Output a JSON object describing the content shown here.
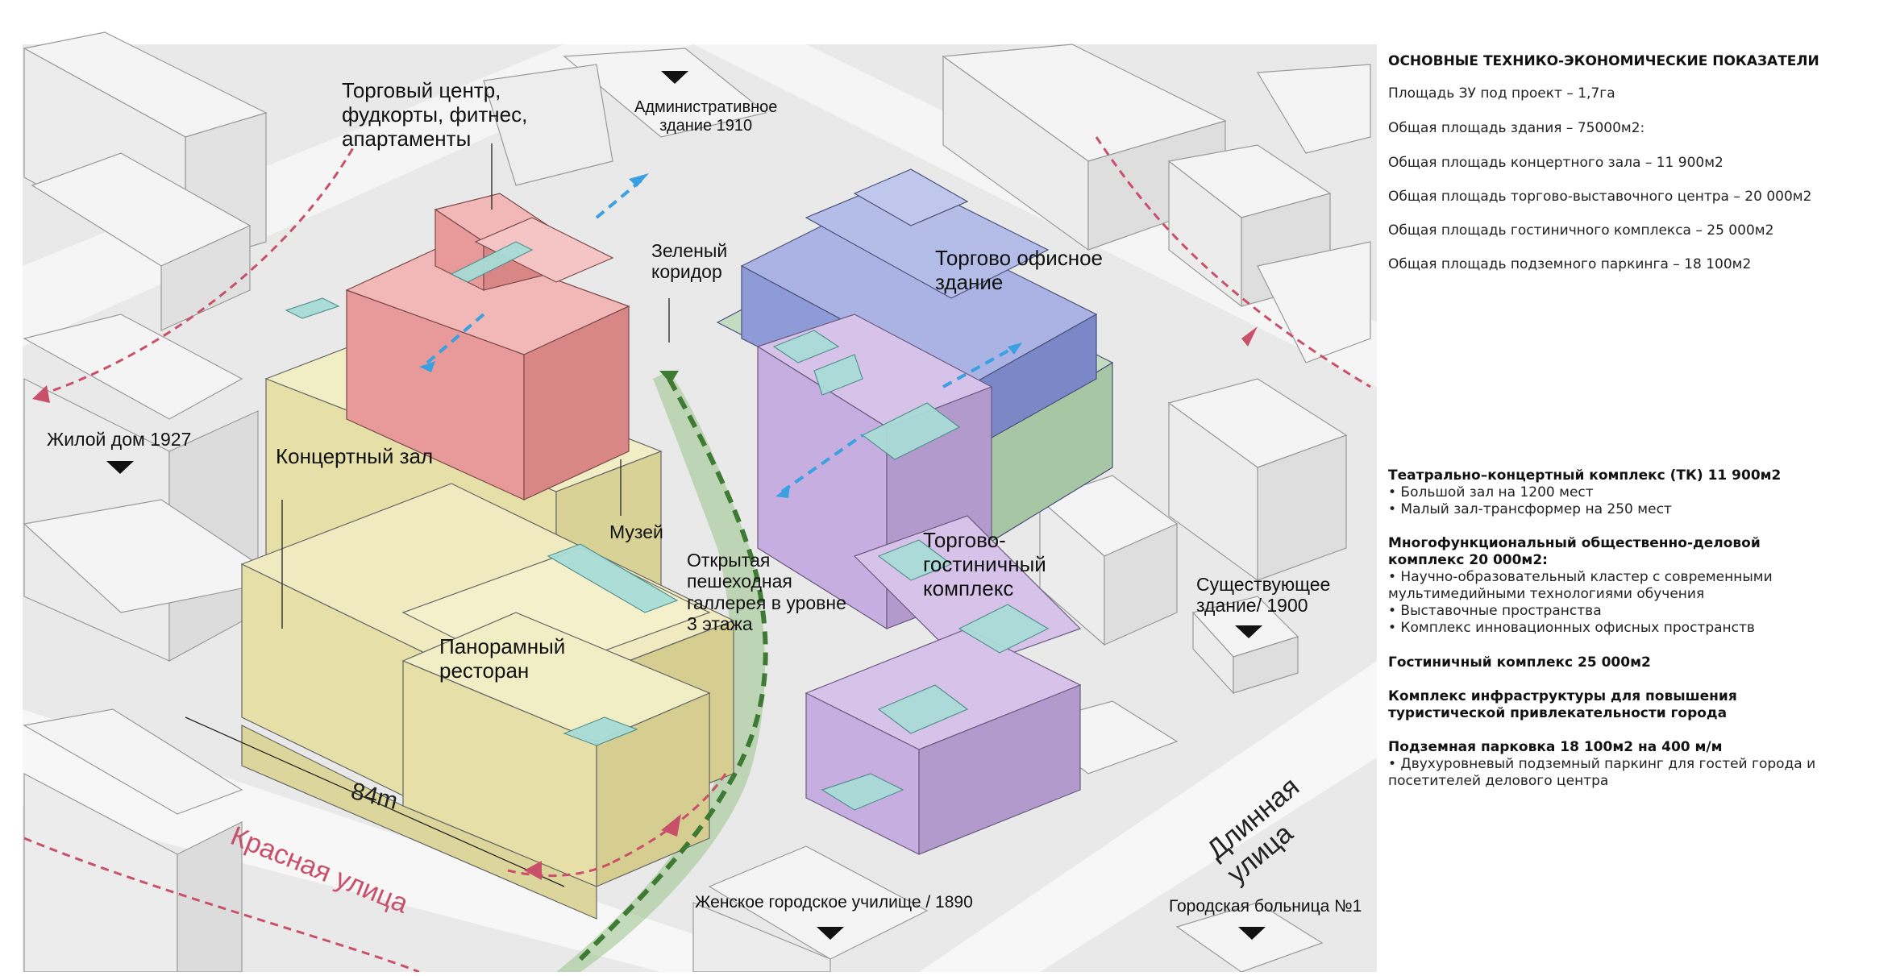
{
  "labels": {
    "mall": [
      "Торговый центр,",
      "фудкорты, фитнес,",
      "апартаменты"
    ],
    "admin": [
      "Административное",
      "здание 1910"
    ],
    "green": [
      "Зеленый",
      "коридор"
    ],
    "office": [
      "Торгово офисное",
      "здание"
    ],
    "residential": "Жилой дом 1927",
    "concert": "Концертный зал",
    "museum": "Музей",
    "gallery": [
      "Открытая",
      "пешеходная",
      "галлерея в уровне",
      "3 этажа"
    ],
    "hotel": [
      "Торгово-",
      "гостиничный",
      "комплекс"
    ],
    "existing": [
      "Существующее",
      "здание/ 1900"
    ],
    "restaurant": [
      "Панорамный",
      "ресторан"
    ],
    "dimension": "84m",
    "red_street": "Красная улица",
    "long_street": "Длинная улица",
    "school": "Женское городское училище / 1890",
    "hospital": "Городская больница №1"
  },
  "kpi": {
    "title": "ОСНОВНЫЕ ТЕХНИКО-ЭКОНОМИЧЕСКИЕ ПОКАЗАТЕЛИ",
    "items": [
      "Площадь ЗУ под проект – 1,7га",
      "Общая площадь здания – 75000м2:",
      "Общая площадь концертного зала – 11 900м2",
      "Общая площадь торгово-выставочного центра –  20 000м2",
      "Общая площадь гостиничного комплекса – 25 000м2",
      "Общая площадь подземного паркинга – 18 100м2"
    ]
  },
  "sections": [
    {
      "title": [
        "Театрально–концертный комплекс (ТК) 11 900м2"
      ],
      "bullets": [
        "• Большой зал на 1200 мест",
        "• Малый зал-трансформер на 250 мест"
      ]
    },
    {
      "title": [
        "Многофункциональный общественно-деловой",
        "комплекс 20 000м2:"
      ],
      "bullets": [
        "• Научно-образовательный кластер с современными",
        "мультимедийными  технологиями обучения",
        "• Выставочные пространства",
        "• Комплекс инновационных офисных пространств"
      ]
    },
    {
      "title": [
        "Гостиничный комплекс 25 000м2"
      ],
      "bullets": []
    },
    {
      "title": [
        "Комплекс инфраструктуры для повышения",
        "туристической привлекательности города"
      ],
      "bullets": []
    },
    {
      "title": [
        "Подземная парковка 18 100м2 на 400 м/м"
      ],
      "bullets": [
        "• Двухуровневый подземный паркинг для гостей города и",
        "посетителей делового центра"
      ]
    }
  ],
  "colors": {
    "mall": "#e89a9a",
    "concert": "#e6e0a8",
    "office": "#8f9bd6",
    "hotel": "#c7aee0",
    "office_base": "#b7d1b5",
    "glass": "#a9dcd8",
    "red_route": "#c8506a",
    "blue_route": "#3aa0e0",
    "green_route": "#3f7a34",
    "green_corridor": "#9bc48a",
    "context": "#f2f2f2"
  }
}
